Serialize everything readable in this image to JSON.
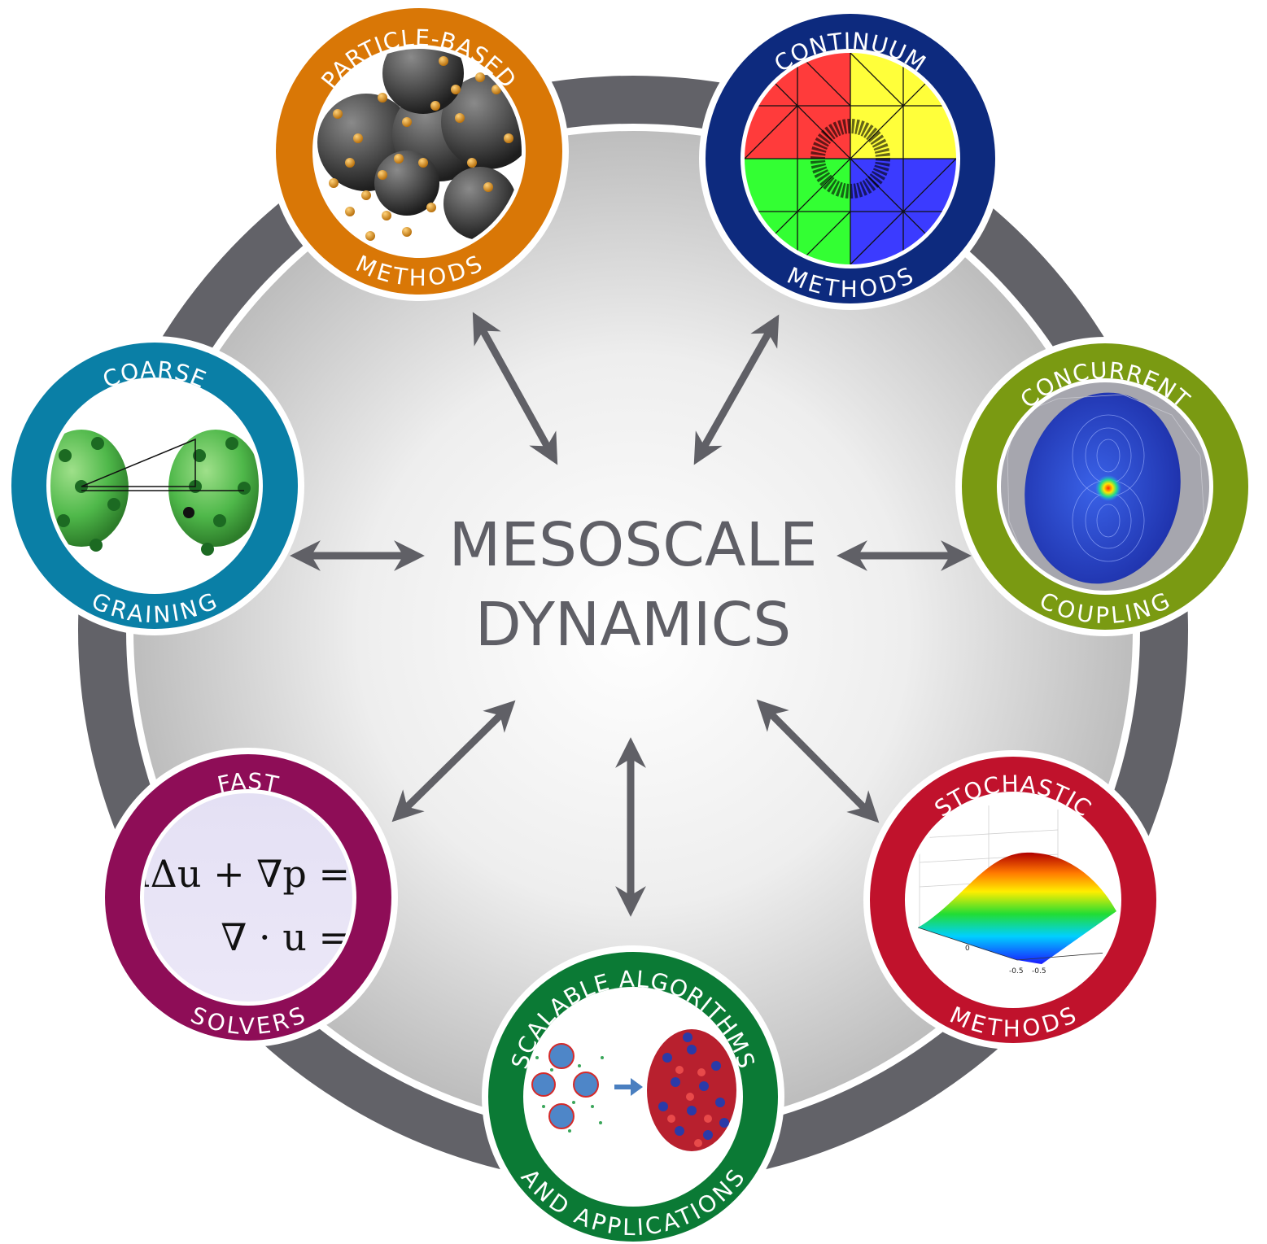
{
  "center": {
    "line1": "MESOSCALE",
    "line2": "DYNAMICS"
  },
  "nodes": [
    {
      "id": "particle",
      "top": "PARTICLE-BASED",
      "bottom": "METHODS",
      "color": "#d97706"
    },
    {
      "id": "continuum",
      "top": "CONTINUUM",
      "bottom": "METHODS",
      "color": "#0d2a7e"
    },
    {
      "id": "coupling",
      "top": "CONCURRENT",
      "bottom": "COUPLING",
      "color": "#7a9a12"
    },
    {
      "id": "stochastic",
      "top": "STOCHASTIC",
      "bottom": "METHODS",
      "color": "#c0122c"
    },
    {
      "id": "scalable",
      "top": "SCALABLE ALGORITHMS",
      "bottom": "AND APPLICATIONS",
      "color": "#0b7a35"
    },
    {
      "id": "solvers",
      "top": "FAST",
      "bottom": "SOLVERS",
      "color": "#8e0d57"
    },
    {
      "id": "coarse",
      "top": "COARSE",
      "bottom": "GRAINING",
      "color": "#0a7fa6"
    }
  ],
  "equations": {
    "line1": "μΔu + ∇p =",
    "line2": "∇ · u ="
  },
  "stochastic_ticks": {
    "a": "0",
    "b": "-0.5",
    "c": "-0.5",
    "d": "0"
  },
  "colors": {
    "ring": "#626268",
    "arrow": "#606066",
    "center_text": "#5f5f66"
  }
}
